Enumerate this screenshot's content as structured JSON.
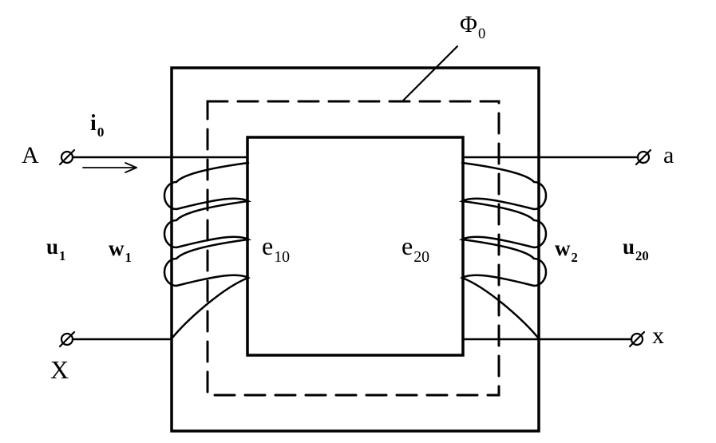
{
  "diagram": {
    "type": "transformer-no-load-schematic",
    "colors": {
      "line": "#000000",
      "background": "#ffffff"
    },
    "labels": {
      "flux": {
        "base": "Φ",
        "sub": "0"
      },
      "current": {
        "base": "i",
        "sub": "0"
      },
      "terminal_A": "A",
      "terminal_X": "X",
      "terminal_a": "a",
      "terminal_x": "x",
      "u1": {
        "base": "u",
        "sub": "1"
      },
      "w1": {
        "base": "w",
        "sub": "1"
      },
      "e10": {
        "base": "e",
        "sub": "10"
      },
      "e20": {
        "base": "e",
        "sub": "20"
      },
      "w2": {
        "base": "w",
        "sub": "2"
      },
      "u20": {
        "base": "u",
        "sub": "20"
      }
    }
  }
}
